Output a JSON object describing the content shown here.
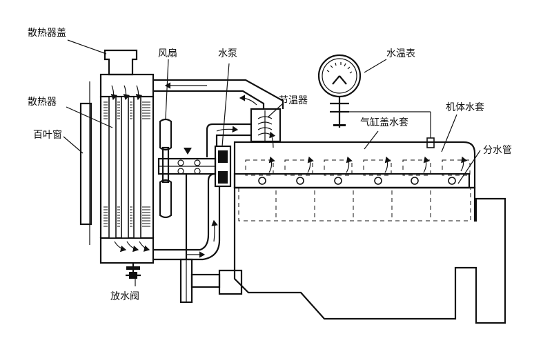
{
  "labels": {
    "radiator_cap": "散热器盖",
    "radiator": "散热器",
    "shutter": "百叶窗",
    "fan": "风扇",
    "water_pump": "水泵",
    "thermostat": "节温器",
    "temp_gauge": "水温表",
    "head_jacket": "气缸盖水套",
    "block_jacket": "机体水套",
    "distribution_pipe": "分水管",
    "drain_valve": "放水阀"
  }
}
